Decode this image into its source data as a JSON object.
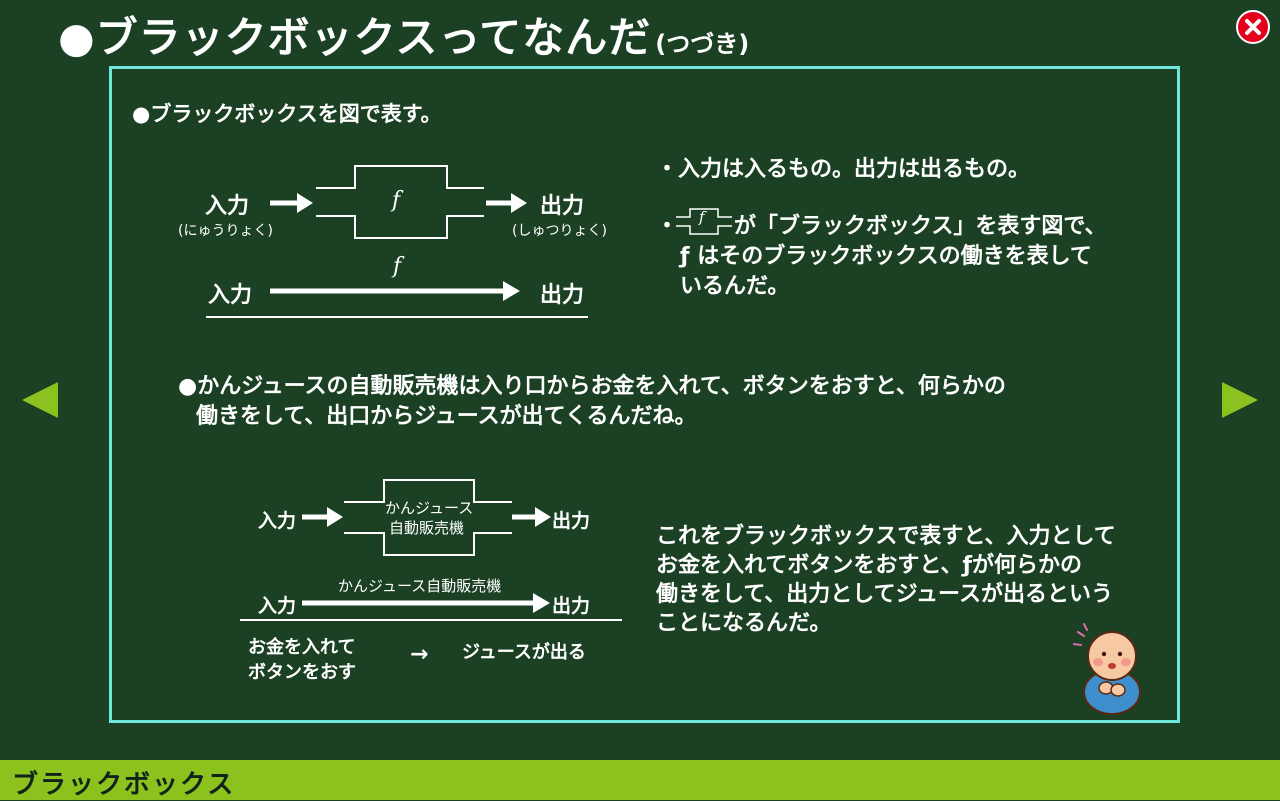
{
  "header": {
    "title": "●ブラックボックスってなんだ",
    "subtitle": "(つづき)"
  },
  "nav": {
    "prev_icon": "triangle-left-icon",
    "next_icon": "triangle-right-icon",
    "close_icon": "close-icon"
  },
  "section1": {
    "heading": "●ブラックボックスを図で表す。",
    "diagram": {
      "input": "入力",
      "input_reading": "(にゅうりょく)",
      "output": "出力",
      "output_reading": "(しゅつりょく)",
      "f": "f",
      "line_input": "入力",
      "line_f": "f",
      "line_output": "出力"
    },
    "bullets": [
      "・入力は入るもの。出力は出るもの。",
      "が「ブラックボックス」を表す図で、",
      "ƒ はそのブラックボックスの働きを表して",
      "いるんだ。"
    ],
    "bullet2_prefix": "・",
    "inline_box_f": "f"
  },
  "section2": {
    "paragraph_line1": "●かんジュースの自動販売機は入り口からお金を入れて、ボタンをおすと、何らかの",
    "paragraph_line2": "働きをして、出口からジュースが出てくるんだね。",
    "diagram": {
      "input": "入力",
      "box_line1": "かんジュース",
      "box_line2": "自動販売機",
      "output": "出力",
      "line_input": "入力",
      "line_label": "かんジュース自動販売機",
      "line_output": "出力",
      "bottom_left_line1": "お金を入れて",
      "bottom_left_line2": "ボタンをおす",
      "bottom_arrow": "→",
      "bottom_right": "ジュースが出る"
    },
    "explanation": [
      "これをブラックボックスで表すと、入力として",
      "お金を入れてボタンをおすと、ƒが何らかの",
      "働きをして、出力としてジュースが出るという",
      "ことになるんだ。"
    ],
    "mascot": "baby-mascot-icon"
  },
  "footer": {
    "label": "ブラックボックス"
  },
  "colors": {
    "board": "#1b4023",
    "frame": "#6ee6dc",
    "accent": "#8cc21e",
    "close": "#e4001b"
  }
}
